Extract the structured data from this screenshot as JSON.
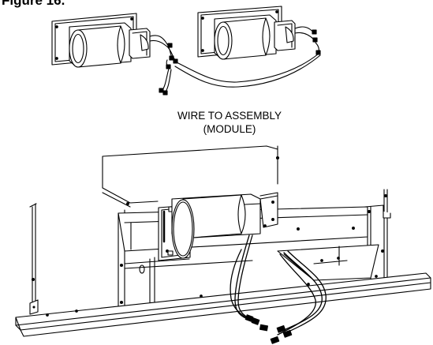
{
  "figure": {
    "label": "Figure 16.",
    "callout_line1": "WIRE TO ASSEMBLY",
    "callout_line2": "(MODULE)"
  },
  "colors": {
    "line": "#000000",
    "fill": "#ffffff",
    "shade": "#d9d9d9"
  }
}
